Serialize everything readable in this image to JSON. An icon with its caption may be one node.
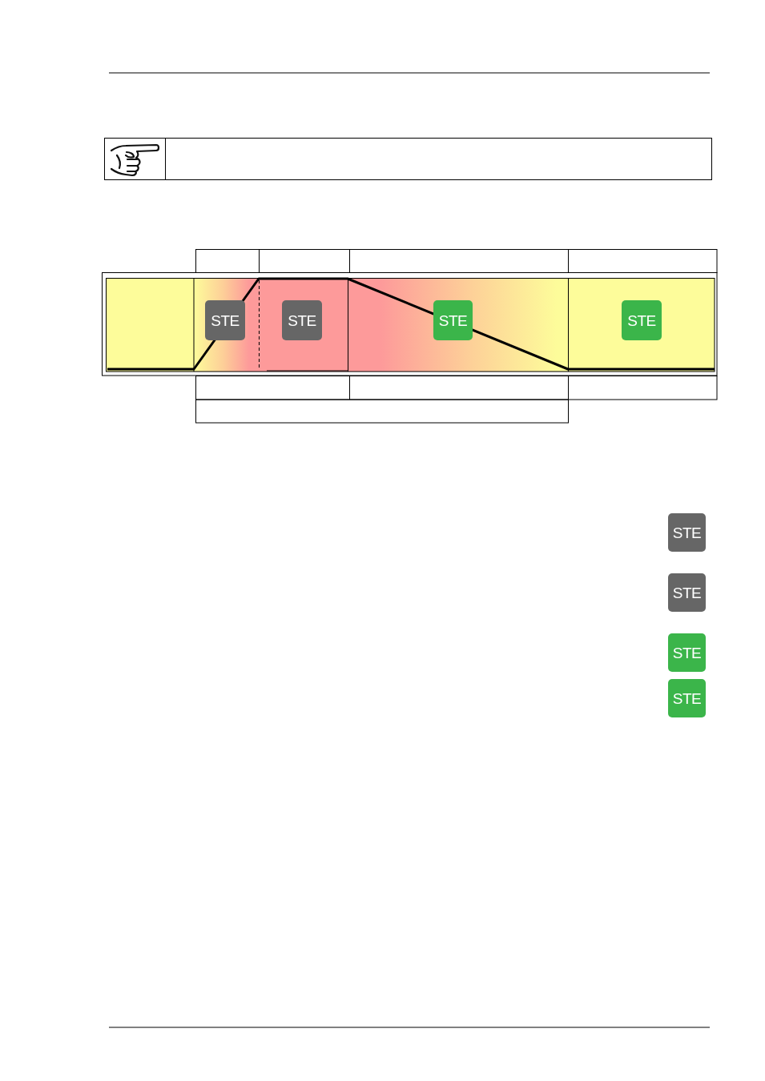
{
  "diagram": {
    "nodes": [
      {
        "text": [
          "STE"
        ]
      },
      {
        "text": [
          "STE"
        ]
      },
      {
        "text": [
          "STE"
        ]
      },
      {
        "text": [
          "STE"
        ]
      },
      {
        "text": [
          "STE"
        ]
      },
      {
        "text": [
          "STE"
        ]
      },
      {
        "text": [
          "STE"
        ]
      },
      {
        "text": [
          "STE"
        ]
      }
    ]
  }
}
